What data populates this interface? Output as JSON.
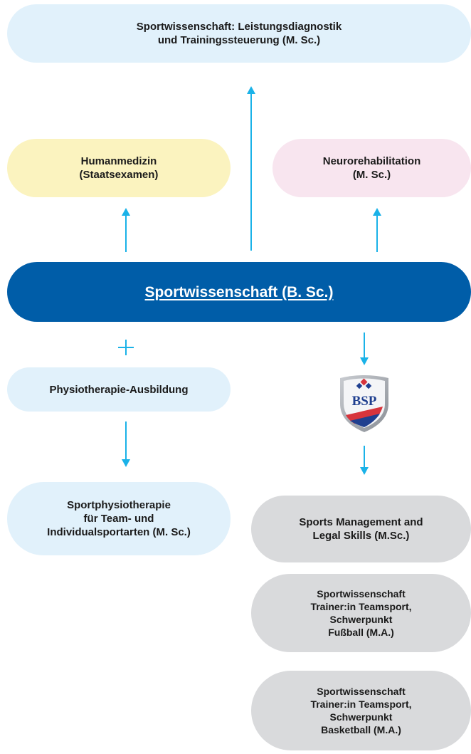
{
  "colors": {
    "arrow": "#1ab2e8",
    "main_fill": "#005da8",
    "light_blue": "#e1f1fb",
    "yellow": "#fbf3bf",
    "pink": "#f8e5ef",
    "grey": "#d9dadc"
  },
  "nodes": {
    "top_master": {
      "line1": "Sportwissenschaft: Leistungsdiagnostik",
      "line2": "und Trainingssteuerung (M. Sc.)"
    },
    "humanmedizin": {
      "line1": "Humanmedizin",
      "line2": "(Staatsexamen)"
    },
    "neuroreha": {
      "line1": "Neurorehabilitation",
      "line2": "(M. Sc.)"
    },
    "bachelor": {
      "label": "Sportwissenschaft (B. Sc.)"
    },
    "physio_ausbildung": {
      "label": "Physiotherapie-Ausbildung"
    },
    "sportphysio": {
      "line1": "Sportphysiotherapie",
      "line2": "für Team- und",
      "line3": "Individualsportarten (M. Sc.)"
    },
    "sports_management": {
      "line1": "Sports Management and",
      "line2": "Legal Skills (M.Sc.)"
    },
    "trainer_fussball": {
      "line1": "Sportwissenschaft",
      "line2": "Trainer:in Teamsport,",
      "line3": "Schwerpunkt",
      "line4": "Fußball (M.A.)"
    },
    "trainer_basketball": {
      "line1": "Sportwissenschaft",
      "line2": "Trainer:in Teamsport,",
      "line3": "Schwerpunkt",
      "line4": "Basketball (M.A.)"
    }
  },
  "logo": {
    "text": "BSP",
    "icon": "shield-logo-icon"
  },
  "connectors": {
    "plus_symbol": "+"
  }
}
